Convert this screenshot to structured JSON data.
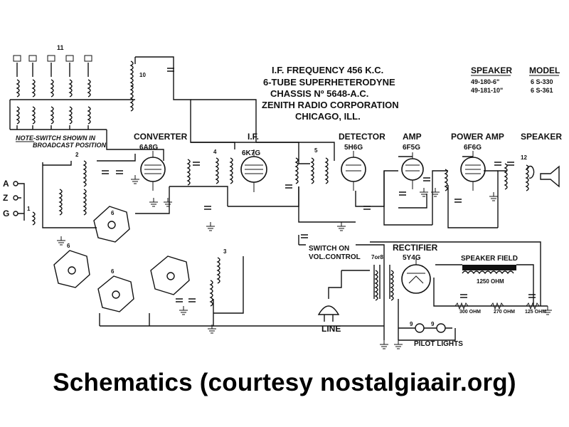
{
  "header": {
    "line1": "I.F. FREQUENCY 456 K.C.",
    "line2": "6-TUBE SUPERHETERODYNE",
    "line3": "CHASSIS Nº 5648-A.C.",
    "line4": "ZENITH RADIO CORPORATION",
    "line5": "CHICAGO, ILL."
  },
  "speaker_table": {
    "col1_header": "SPEAKER",
    "col2_header": "MODEL",
    "rows": [
      {
        "speaker": "49-180-6\"",
        "model": "6 S-330"
      },
      {
        "speaker": "49-181-10\"",
        "model": "6 S-361"
      }
    ]
  },
  "note": {
    "line1": "NOTE-SWITCH SHOWN IN",
    "line2": "BROADCAST POSITION."
  },
  "stages": {
    "converter": "CONVERTER",
    "converter_tube": "6A8G",
    "if": "I.F.",
    "if_tube": "6K7G",
    "detector": "DETECTOR",
    "detector_tube": "5H6G",
    "amp": "AMP",
    "amp_tube": "6F5G",
    "power_amp": "POWER AMP",
    "power_amp_tube": "6F6G",
    "speaker": "SPEAKER",
    "switch_on_line1": "SWITCH ON",
    "switch_on_line2": "VOL.CONTROL",
    "rectifier": "RECTIFIER",
    "rectifier_tube": "5Y4G",
    "speaker_field": "SPEAKER FIELD",
    "speaker_field_ohms": "1250 OHM",
    "line": "LINE",
    "pilot_lights": "PILOT LIGHTS"
  },
  "antenna_terminals": [
    "A",
    "Z",
    "G"
  ],
  "resistors": [
    "300 OHM",
    "270 OHM",
    "125 OHM"
  ],
  "component_numbers": [
    "11",
    "10",
    "1",
    "2",
    "3",
    "4",
    "5",
    "6",
    "6",
    "6",
    "7or8",
    "9",
    "9",
    "12"
  ],
  "caption": "Schematics (courtesy nostalgiaair.org)"
}
